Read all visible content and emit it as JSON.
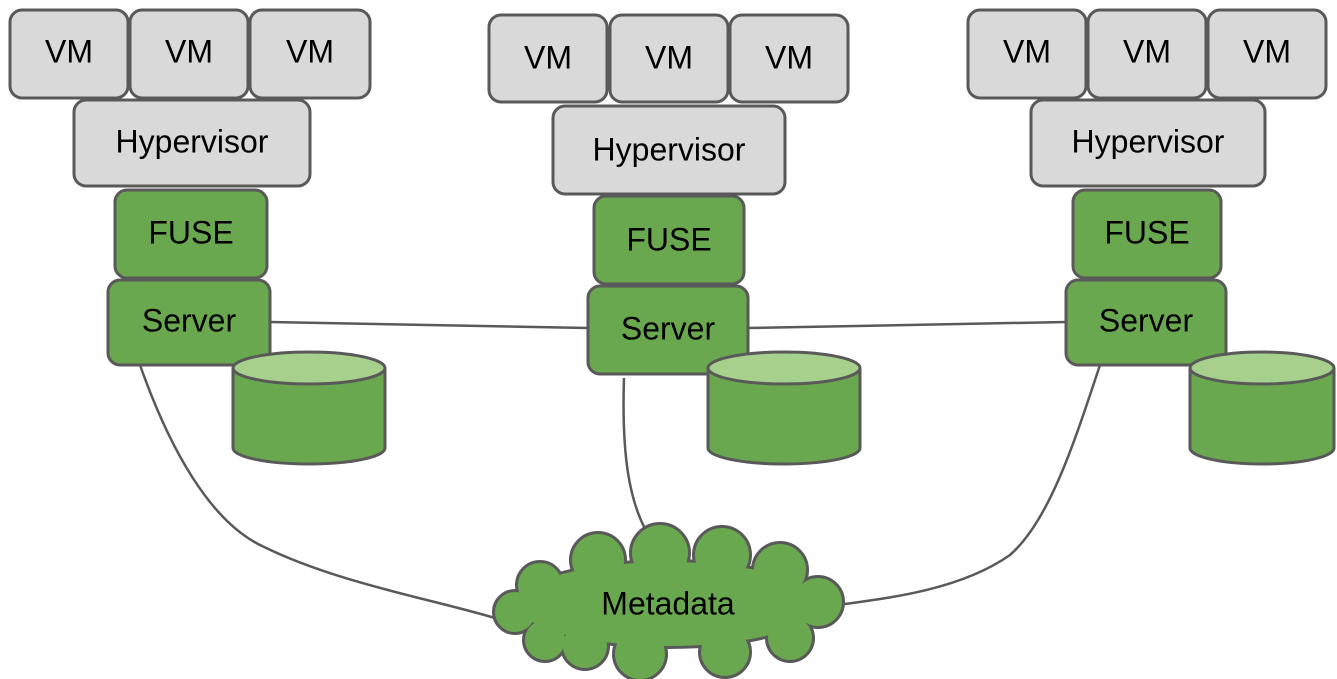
{
  "colors": {
    "host_fill": "#d9d9d9",
    "storage_fill": "#6aa84f",
    "disk_top_fill": "#a8d08d",
    "outline": "#595959"
  },
  "nodes": [
    {
      "vms": [
        "VM",
        "VM",
        "VM"
      ],
      "hypervisor": "Hypervisor",
      "fuse": "FUSE",
      "server": "Server"
    },
    {
      "vms": [
        "VM",
        "VM",
        "VM"
      ],
      "hypervisor": "Hypervisor",
      "fuse": "FUSE",
      "server": "Server"
    },
    {
      "vms": [
        "VM",
        "VM",
        "VM"
      ],
      "hypervisor": "Hypervisor",
      "fuse": "FUSE",
      "server": "Server"
    }
  ],
  "metadata": {
    "label": "Metadata"
  }
}
